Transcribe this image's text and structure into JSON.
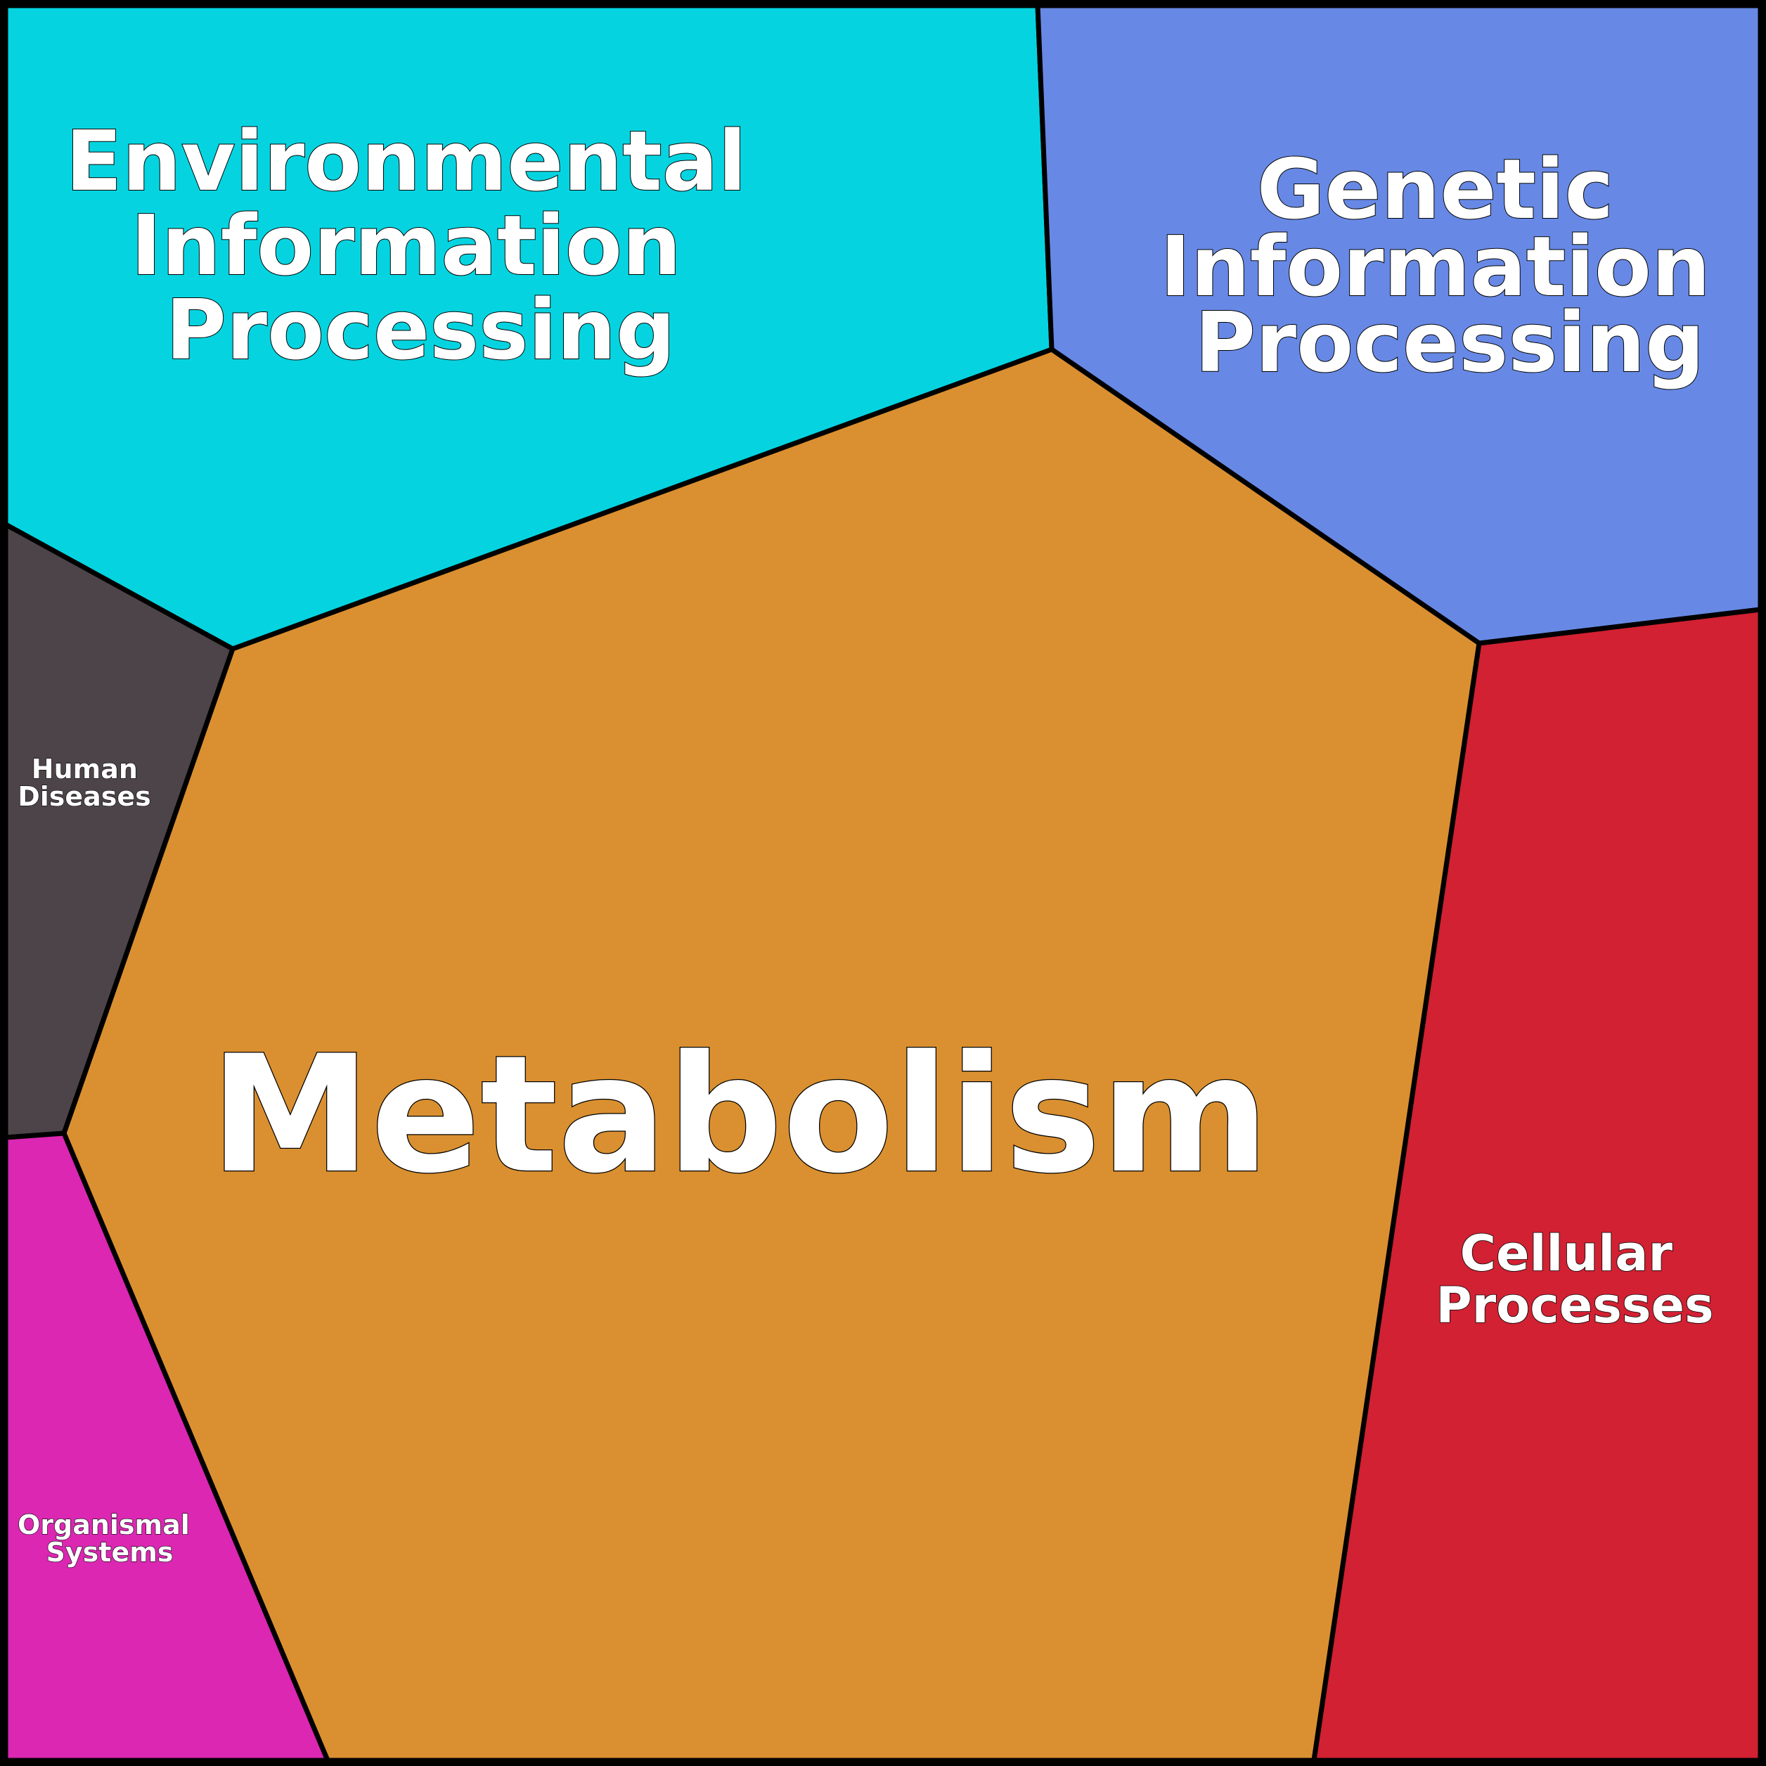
{
  "diagram": {
    "regions": [
      {
        "id": "environmental",
        "lines": [
          "Environmental",
          "Information",
          "Processing"
        ],
        "color": "#05d4e0"
      },
      {
        "id": "genetic",
        "lines": [
          "Genetic",
          "Information",
          "Processing"
        ],
        "color": "#6789e5"
      },
      {
        "id": "human-diseases",
        "lines": [
          "Human",
          "Diseases"
        ],
        "color": "#4c4449"
      },
      {
        "id": "metabolism",
        "lines": [
          "Metabolism"
        ],
        "color": "#da9030"
      },
      {
        "id": "cellular",
        "lines": [
          "Cellular",
          "Processes"
        ],
        "color": "#d12132"
      },
      {
        "id": "organismal",
        "lines": [
          "Organismal",
          "Systems"
        ],
        "color": "#db27b2"
      }
    ],
    "border_color": "#000000"
  }
}
